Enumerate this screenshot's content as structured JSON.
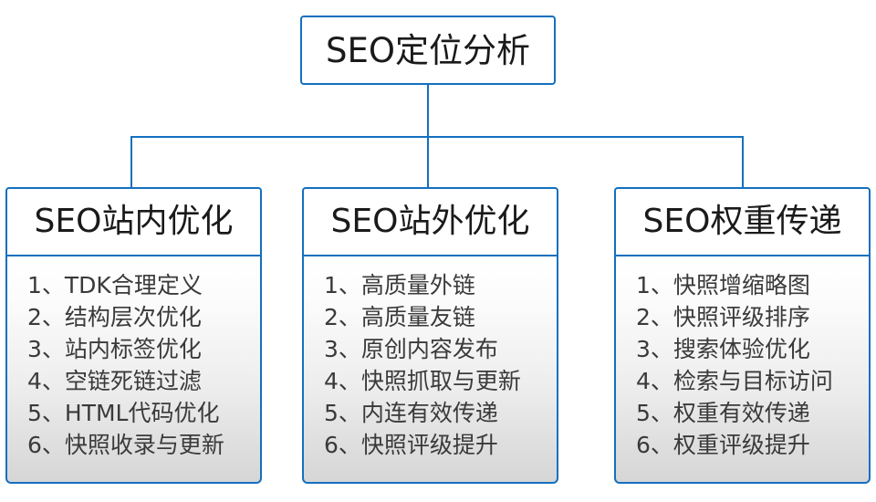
{
  "diagram": {
    "type": "org-tree",
    "accent_color": "#1470c0",
    "text_color": "#3a3a3a",
    "root": {
      "label": "SEO定位分析"
    },
    "branches": [
      {
        "header": "SEO站内优化",
        "items": [
          "1、TDK合理定义",
          "2、结构层次优化",
          "3、站内标签优化",
          "4、空链死链过滤",
          "5、HTML代码优化",
          "6、快照收录与更新"
        ]
      },
      {
        "header": "SEO站外优化",
        "items": [
          "1、高质量外链",
          "2、高质量友链",
          "3、原创内容发布",
          "4、快照抓取与更新",
          "5、内连有效传递",
          "6、快照评级提升"
        ]
      },
      {
        "header": "SEO权重传递",
        "items": [
          "1、快照增缩略图",
          "2、快照评级排序",
          "3、搜索体验优化",
          "4、检索与目标访问",
          "5、权重有效传递",
          "6、权重评级提升"
        ]
      }
    ]
  }
}
